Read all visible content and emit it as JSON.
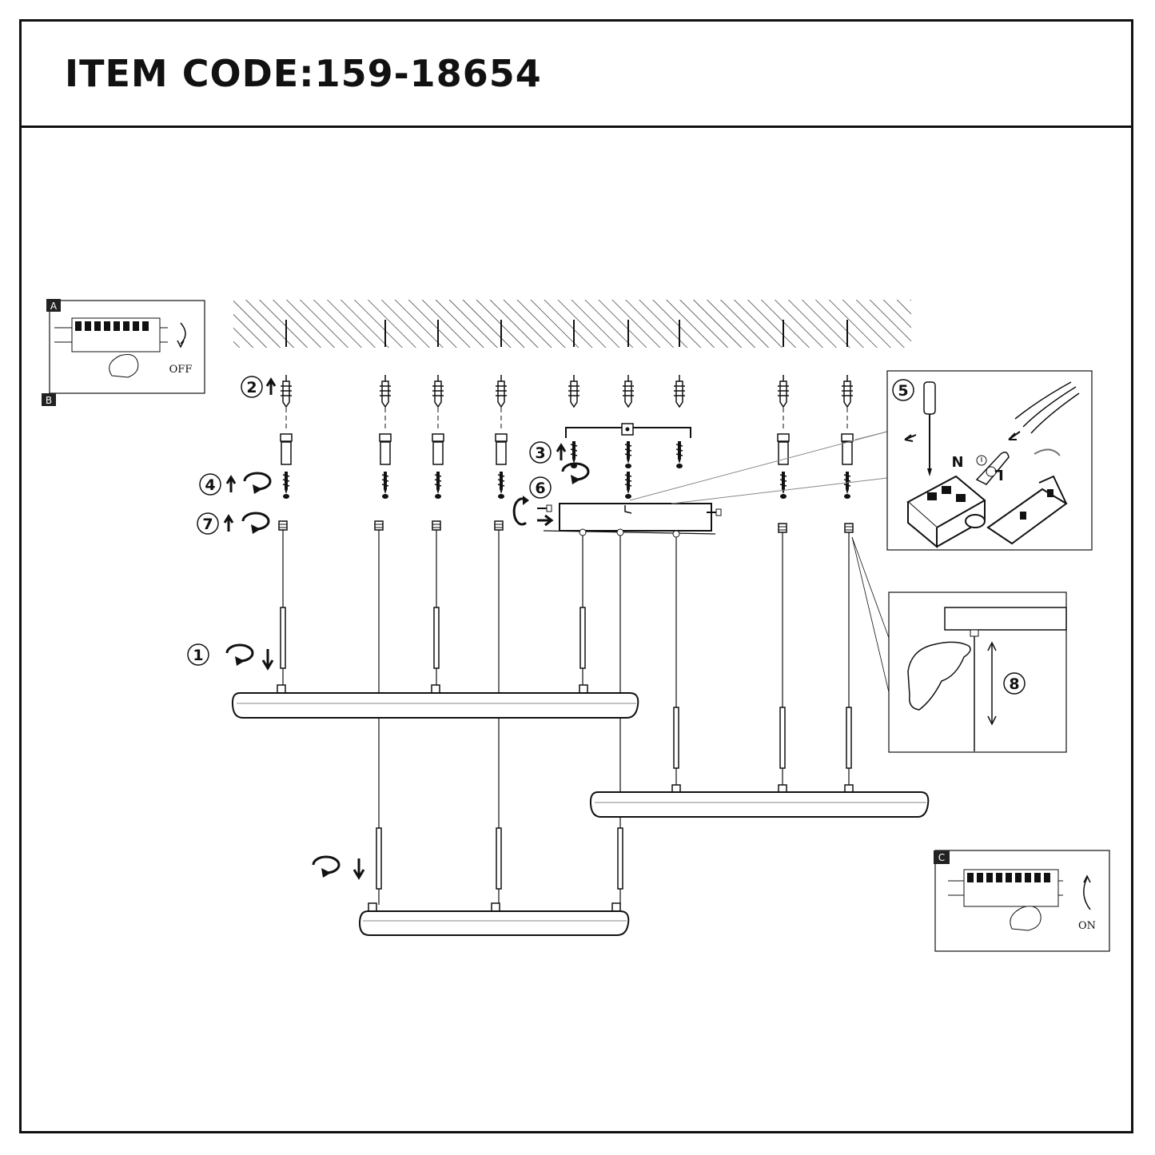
{
  "header": {
    "item_code": "ITEM CODE:159-18654"
  },
  "steps": {
    "s1": "1",
    "s2": "2",
    "s3": "3",
    "s4": "4",
    "s5": "5",
    "s6": "6",
    "s7": "7",
    "s8": "8"
  },
  "insets": {
    "breaker_off": {
      "tag_top": "A",
      "tag_bottom": "B",
      "label": "OFF"
    },
    "breaker_on": {
      "tag": "C",
      "label": "ON"
    },
    "wiring": {
      "n_label": "N",
      "l_label": "L",
      "ground_symbol": "ground-icon"
    }
  },
  "colors": {
    "ink": "#111111",
    "paper": "#ffffff",
    "tag_fill": "#222222"
  }
}
